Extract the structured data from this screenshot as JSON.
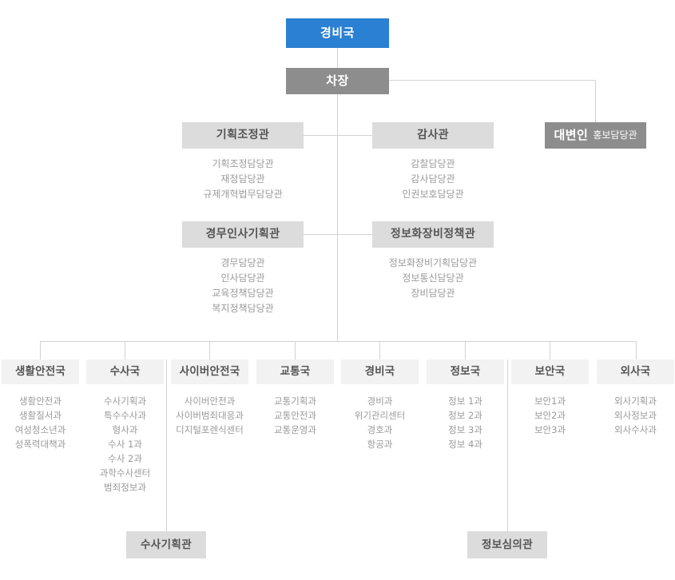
{
  "chart_data": {
    "type": "diagram",
    "title": "경비국 조직도",
    "layout": "org-chart"
  },
  "colors": {
    "root": "#2a80d2",
    "dark": "#8d8d8d",
    "gray": "#dcdcdc",
    "bureau": "#f2f2f2",
    "line": "#d2d2d2",
    "text_dark": "#555555",
    "text_light": "#9a9a9a",
    "text_white": "#ffffff"
  },
  "root": {
    "label": "경비국"
  },
  "deputy": {
    "label": "차장"
  },
  "spokesperson": {
    "label": "대변인",
    "sub_label": "홍보담당관"
  },
  "staff_offices": [
    {
      "label": "기획조정관",
      "items": [
        "기획조정담당관",
        "재정담당관",
        "규제개혁법무담당관"
      ]
    },
    {
      "label": "감사관",
      "items": [
        "감찰담당관",
        "감사담당관",
        "인권보호담당관"
      ]
    },
    {
      "label": "경무인사기획관",
      "items": [
        "경무담당관",
        "인사담당관",
        "교육정책담당관",
        "복지정책담당관"
      ]
    },
    {
      "label": "정보화장비정책관",
      "items": [
        "정보화장비기획담당관",
        "정보통신담당관",
        "장비담당관"
      ]
    }
  ],
  "bureaus": [
    {
      "label": "생활안전국",
      "items": [
        "생활안전과",
        "생활질서과",
        "여성청소년과",
        "성폭력대책과"
      ]
    },
    {
      "label": "수사국",
      "items": [
        "수사기획과",
        "특수수사과",
        "형사과",
        "수사 1과",
        "수사 2과",
        "과학수사센터",
        "범죄정보과"
      ]
    },
    {
      "label": "사이버안전국",
      "items": [
        "사이버안전과",
        "사이버범죄대응과",
        "디지털포렌식센터"
      ]
    },
    {
      "label": "교통국",
      "items": [
        "교통기획과",
        "교통안전과",
        "교통운영과"
      ]
    },
    {
      "label": "경비국",
      "items": [
        "경비과",
        "위기관리센터",
        "경호과",
        "항공과"
      ]
    },
    {
      "label": "정보국",
      "items": [
        "정보 1과",
        "정보 2과",
        "정보 3과",
        "정보 4과"
      ]
    },
    {
      "label": "보안국",
      "items": [
        "보안1과",
        "보안2과",
        "보안3과"
      ]
    },
    {
      "label": "외사국",
      "items": [
        "외사기획과",
        "외사정보과",
        "외사수사과"
      ]
    }
  ],
  "bottom_offices": [
    {
      "label": "수사기획관"
    },
    {
      "label": "정보심의관"
    }
  ]
}
